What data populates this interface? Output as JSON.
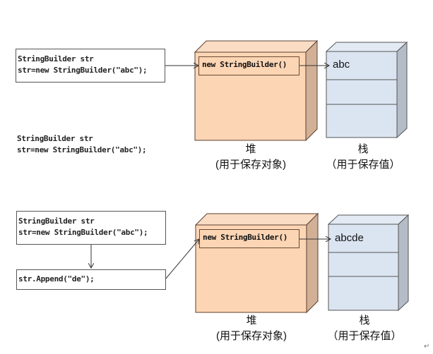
{
  "panels": [
    {
      "code_box": [
        "StringBuilder str",
        "str=new StringBuilder(\"abc\");"
      ],
      "frame": {
        "title": "内存中",
        "heap": {
          "object_label": "new StringBuilder()",
          "name": "堆",
          "desc": "(用于保存对象)"
        },
        "stack": {
          "cells": [
            "abc",
            "",
            ""
          ],
          "name": "栈",
          "desc": "（用于保存值）"
        }
      }
    },
    {
      "code_box": [
        "StringBuilder str",
        "str=new StringBuilder(\"abc\");"
      ],
      "append_box": "str.Append(\"de\");",
      "frame": {
        "title": "内存中",
        "heap": {
          "object_label": "new StringBuilder()",
          "name": "堆",
          "desc": "(用于保存对象)"
        },
        "stack": {
          "cells": [
            "abcde",
            "",
            ""
          ],
          "name": "栈",
          "desc": "（用于保存值）"
        }
      }
    }
  ],
  "plain_code": [
    "StringBuilder str",
    "str=new StringBuilder(\"abc\");"
  ],
  "colors": {
    "heap_fill": "#fcd5b4",
    "stack_fill": "#dbe5f1",
    "frame_fill": "#efede2",
    "title_color": "#8f8a59"
  },
  "return_mark": "↵"
}
